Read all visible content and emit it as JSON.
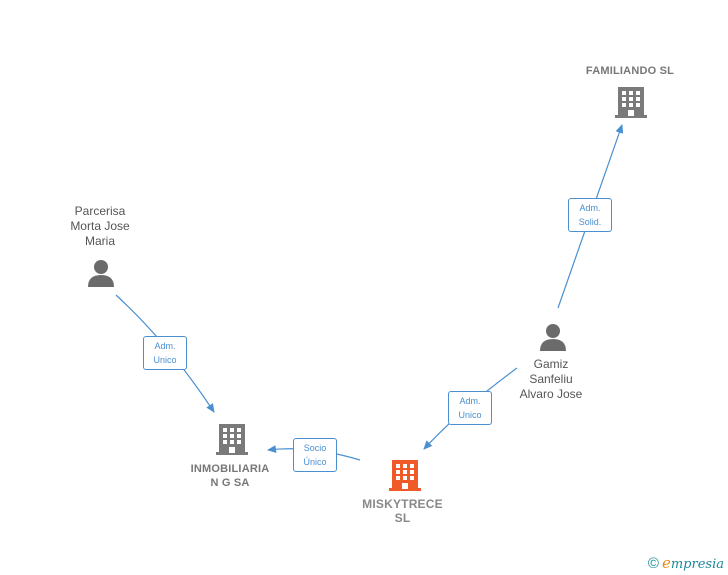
{
  "colors": {
    "edge": "#4a8fd0",
    "person": "#6b6b6b",
    "company": "#7a7a7a",
    "main_company": "#f05a28"
  },
  "nodes": {
    "familiando": {
      "label": "FAMILIANDO SL",
      "type": "company-icon"
    },
    "parcerisa": {
      "line1": "Parcerisa",
      "line2": "Morta Jose",
      "line3": "Maria",
      "type": "person-icon"
    },
    "gamiz": {
      "line1": "Gamiz",
      "line2": "Sanfeliu",
      "line3": "Alvaro Jose",
      "type": "person-icon"
    },
    "inmobiliaria": {
      "line1": "INMOBILIARIA",
      "line2": "N G SA",
      "type": "company-icon"
    },
    "miskytrece": {
      "line1": "MISKYTRECE",
      "line2": "SL",
      "type": "company-icon"
    }
  },
  "edges": {
    "gamiz_familiando": {
      "line1": "Adm.",
      "line2": "Solid."
    },
    "parcerisa_inmobiliaria": {
      "line1": "Adm.",
      "line2": "Unico"
    },
    "gamiz_miskytrece": {
      "line1": "Adm.",
      "line2": "Unico"
    },
    "miskytrece_inmobiliaria": {
      "line1": "Socio",
      "line2": "Único"
    }
  },
  "brand": {
    "copyright": "©",
    "e": "e",
    "rest": "mpresia"
  }
}
